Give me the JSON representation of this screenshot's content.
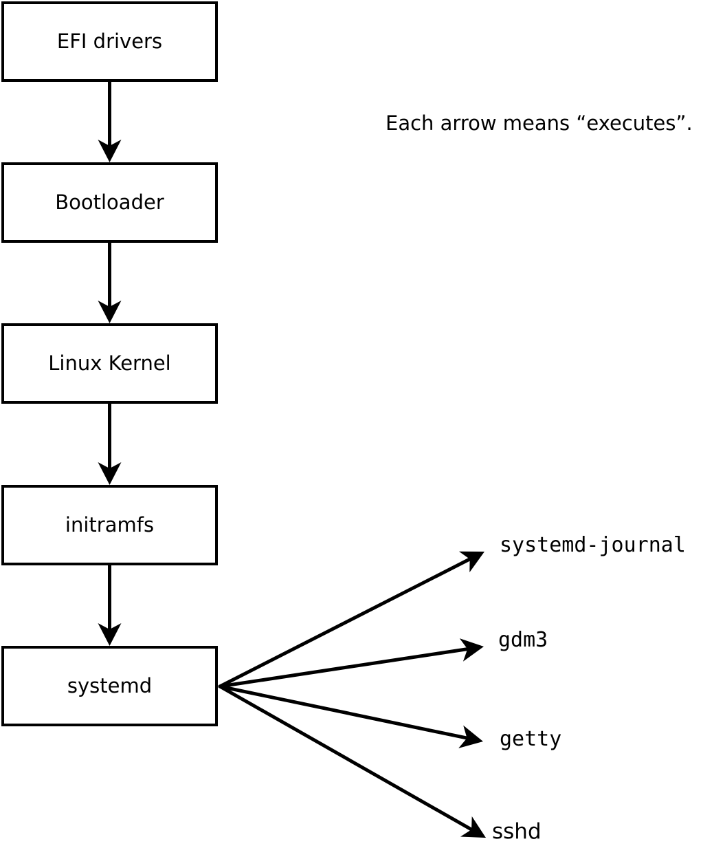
{
  "diagram": {
    "caption": "Each arrow means “executes”.",
    "nodes": [
      {
        "label": "EFI drivers"
      },
      {
        "label": "Bootloader"
      },
      {
        "label": "Linux Kernel"
      },
      {
        "label": "initramfs"
      },
      {
        "label": "systemd"
      }
    ],
    "leaves": [
      {
        "label": "systemd-journal"
      },
      {
        "label": "gdm3"
      },
      {
        "label": "getty"
      },
      {
        "label": "sshd"
      }
    ],
    "colors": {
      "stroke": "#000000",
      "background": "#ffffff",
      "box_fill": "#ffffff"
    }
  }
}
